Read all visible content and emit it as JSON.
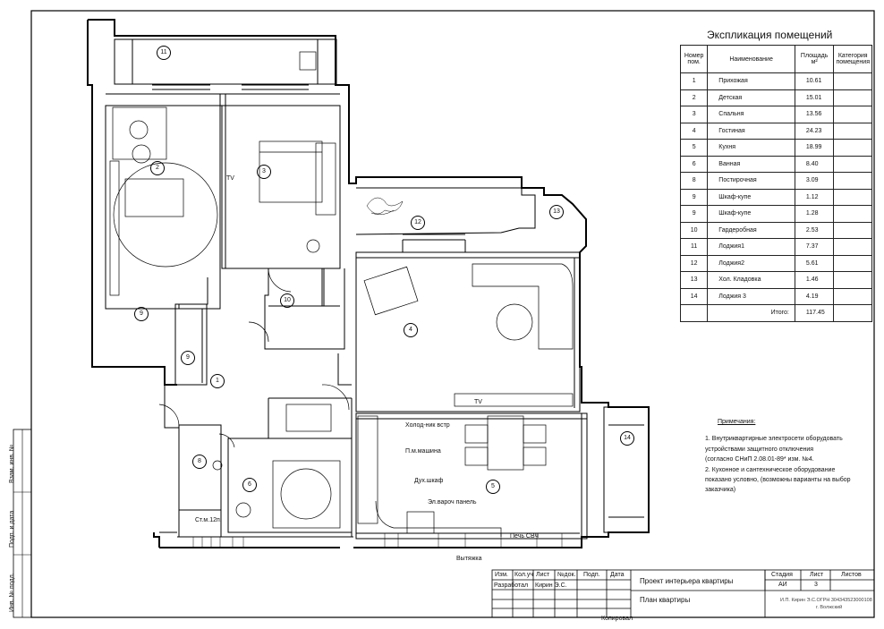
{
  "explication": {
    "title": "Экспликация помещений",
    "headers": {
      "num": "Номер пом.",
      "name": "Наименование",
      "area": "Площадь м²",
      "category": "Категория помещения"
    },
    "rows": [
      {
        "num": "1",
        "name": "Прихожая",
        "area": "10.61"
      },
      {
        "num": "2",
        "name": "Детская",
        "area": "15.01"
      },
      {
        "num": "3",
        "name": "Спальня",
        "area": "13.56"
      },
      {
        "num": "4",
        "name": "Гостиная",
        "area": "24.23"
      },
      {
        "num": "5",
        "name": "Кухня",
        "area": "18.99"
      },
      {
        "num": "6",
        "name": "Ванная",
        "area": "8.40"
      },
      {
        "num": "8",
        "name": "Постирочная",
        "area": "3.09"
      },
      {
        "num": "9",
        "name": "Шкаф-купе",
        "area": "1.12"
      },
      {
        "num": "9",
        "name": "Шкаф-купе",
        "area": "1.28"
      },
      {
        "num": "10",
        "name": "Гардеробная",
        "area": "2.53"
      },
      {
        "num": "11",
        "name": "Лоджия1",
        "area": "7.37"
      },
      {
        "num": "12",
        "name": "Лоджия2",
        "area": "5.61"
      },
      {
        "num": "13",
        "name": "Хол. Кладовка",
        "area": "1.46"
      },
      {
        "num": "14",
        "name": "Лоджия 3",
        "area": "4.19"
      }
    ],
    "total_label": "Итого:",
    "total_value": "117.45"
  },
  "notes": {
    "heading": "Примечания:",
    "lines": [
      "1. Внутриквартирные электросети оборудовать",
      "устройствами защитного отключения",
      "(согласно СНиП 2.08.01-89* изм. №4.",
      "2. Кухонное и сантехническое оборудование",
      "показано условно, (возможны варианты на выбор",
      "заказчика)"
    ]
  },
  "plan_labels": {
    "tv1": "TV",
    "tv2": "TV",
    "holod": "Холод-ник встр",
    "posud": "П.м.машина",
    "duh": "Дух.шкаф",
    "panel": "Эл.вароч панель",
    "vytyazhka": "Вытяжка",
    "pech": "Печь СВЧ",
    "stir": "Ст.м.12п."
  },
  "room_numbers": [
    "1",
    "2",
    "3",
    "4",
    "5",
    "6",
    "8",
    "9",
    "9",
    "10",
    "11",
    "12",
    "13",
    "14"
  ],
  "title_block": {
    "col_izm": "Изм.",
    "col_kol": "Кол.уч",
    "col_list": "Лист",
    "col_ndok": "№док.",
    "col_podp": "Подп.",
    "col_data": "Дата",
    "razrab_label": "Разработал",
    "razrab_name": "Кирин Э.С.",
    "project": "Проект интерьера квартиры",
    "drawing": "План квартиры",
    "stage_label": "Стадия",
    "stage_value": "АИ",
    "sheet_label": "Лист",
    "sheet_value": "3",
    "sheets_label": "Листов",
    "author": "И.П. Кирин Э.С.ОГРН 304343523000108",
    "city": "г. Волжский",
    "footer": "Копировал"
  },
  "side_stamps": [
    "Взам. инв. №",
    "Подп. и дата",
    "Инв. № подл."
  ]
}
